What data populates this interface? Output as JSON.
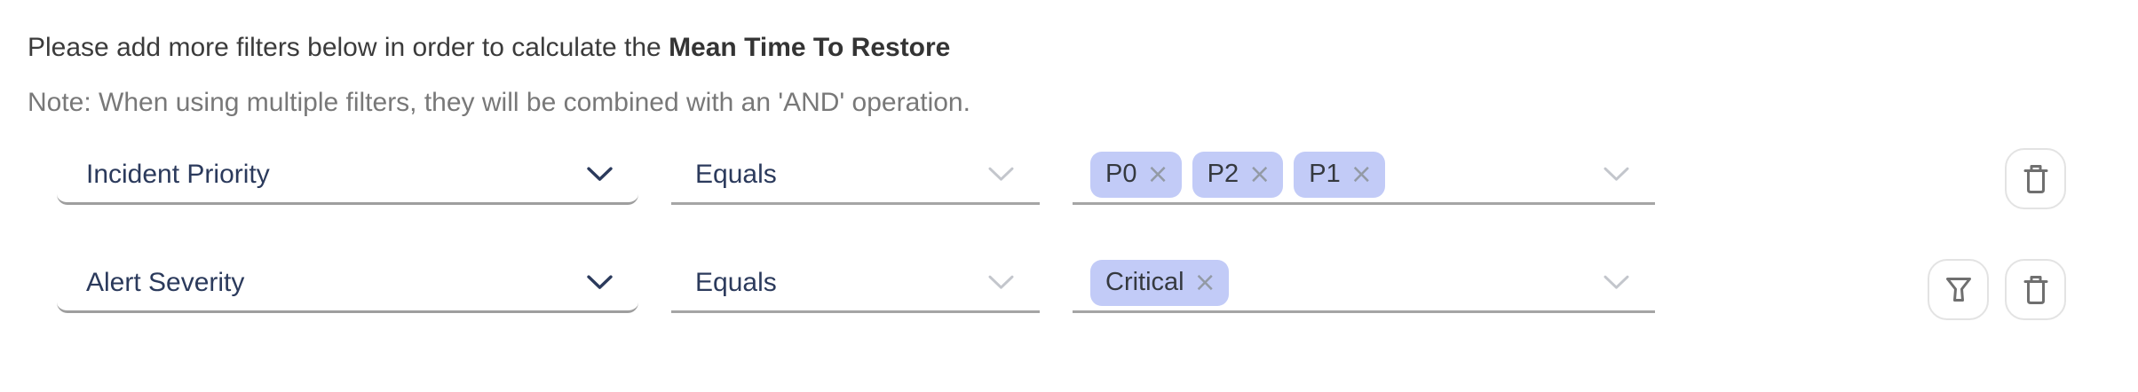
{
  "header": {
    "intro_text": "Please add more filters below in order to calculate the ",
    "metric_name": "Mean Time To Restore",
    "note": "Note: When using multiple filters, they will be combined with an 'AND' operation."
  },
  "rows": [
    {
      "field_label": "Incident Priority",
      "operator_label": "Equals",
      "values": [
        "P0",
        "P2",
        "P1"
      ],
      "actions": [
        "delete"
      ]
    },
    {
      "field_label": "Alert Severity",
      "operator_label": "Equals",
      "values": [
        "Critical"
      ],
      "actions": [
        "filter",
        "delete"
      ]
    }
  ],
  "icons": {
    "remove_tag_symbol": "×",
    "dropdown": "chevron-down-icon",
    "delete": "trash-icon",
    "filter": "filter-icon"
  },
  "colors": {
    "tag_background": "#c2cbf7",
    "field_text": "#2b3a5c",
    "title_text": "#3b3b3b",
    "note_text": "#787878",
    "underline": "#a5a5a5",
    "icon_stroke": "#6f6f6f"
  }
}
